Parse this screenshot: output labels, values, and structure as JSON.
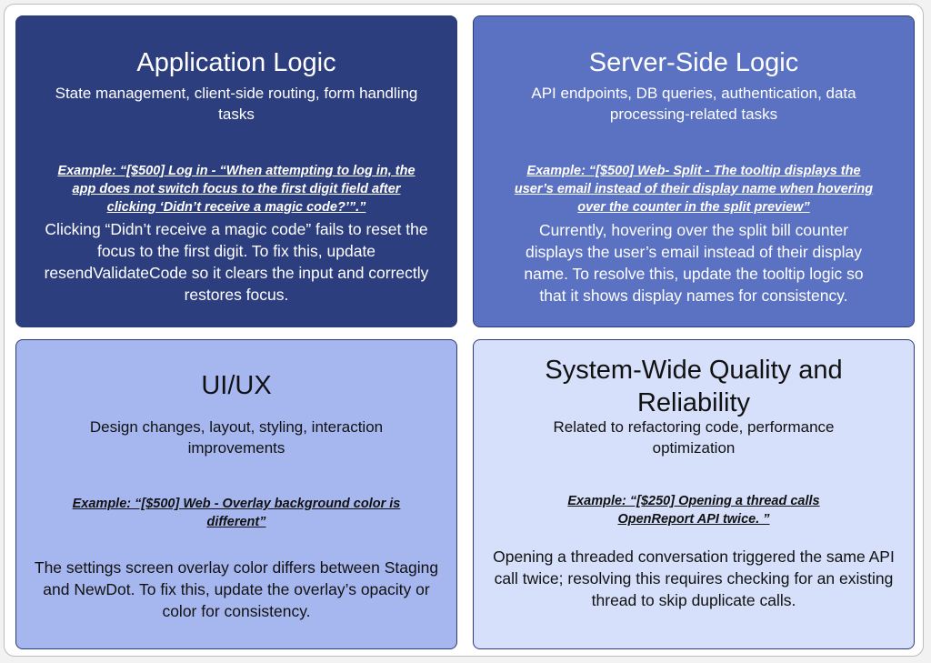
{
  "cards": [
    {
      "title": "Application Logic",
      "subtitle": "State management, client-side routing, form handling tasks",
      "example": "Example: “[$500] Log in - “When attempting to log in, the app does not switch focus to the first digit field after clicking ‘Didn’t receive a magic code?’”.”",
      "description": "Clicking “Didn’t receive a magic code” fails to reset the focus to the first digit. To fix this, update resendValidateCode so it clears the input and correctly restores focus."
    },
    {
      "title": "Server-Side Logic",
      "subtitle": "API endpoints, DB queries, authentication, data processing-related tasks",
      "example": "Example: “[$500] Web- Split - The tooltip displays the user’s email instead of their display name when hovering over the counter in the split preview”",
      "description": "Currently, hovering over the split bill counter displays the user’s email instead of their display name. To resolve this, update the tooltip logic so that it shows display names for consistency."
    },
    {
      "title": "UI/UX",
      "subtitle": "Design changes, layout, styling, interaction improvements",
      "example": "Example: “[$500] Web - Overlay background color is different”",
      "description": "The settings screen overlay color differs between Staging and NewDot. To fix this, update the overlay’s opacity or color for consistency."
    },
    {
      "title": "System-Wide Quality and Reliability",
      "subtitle": "Related to refactoring code, performance optimization",
      "example": "Example: “[$250] Opening a thread calls OpenReport API twice. ”",
      "description": "Opening a threaded conversation triggered the same API call twice; resolving this requires checking for an existing thread to skip duplicate calls."
    }
  ],
  "colors": {
    "card1_bg": "#2d3e7e",
    "card2_bg": "#5b72c2",
    "card3_bg": "#a6b7ef",
    "card4_bg": "#d6e0fa"
  }
}
